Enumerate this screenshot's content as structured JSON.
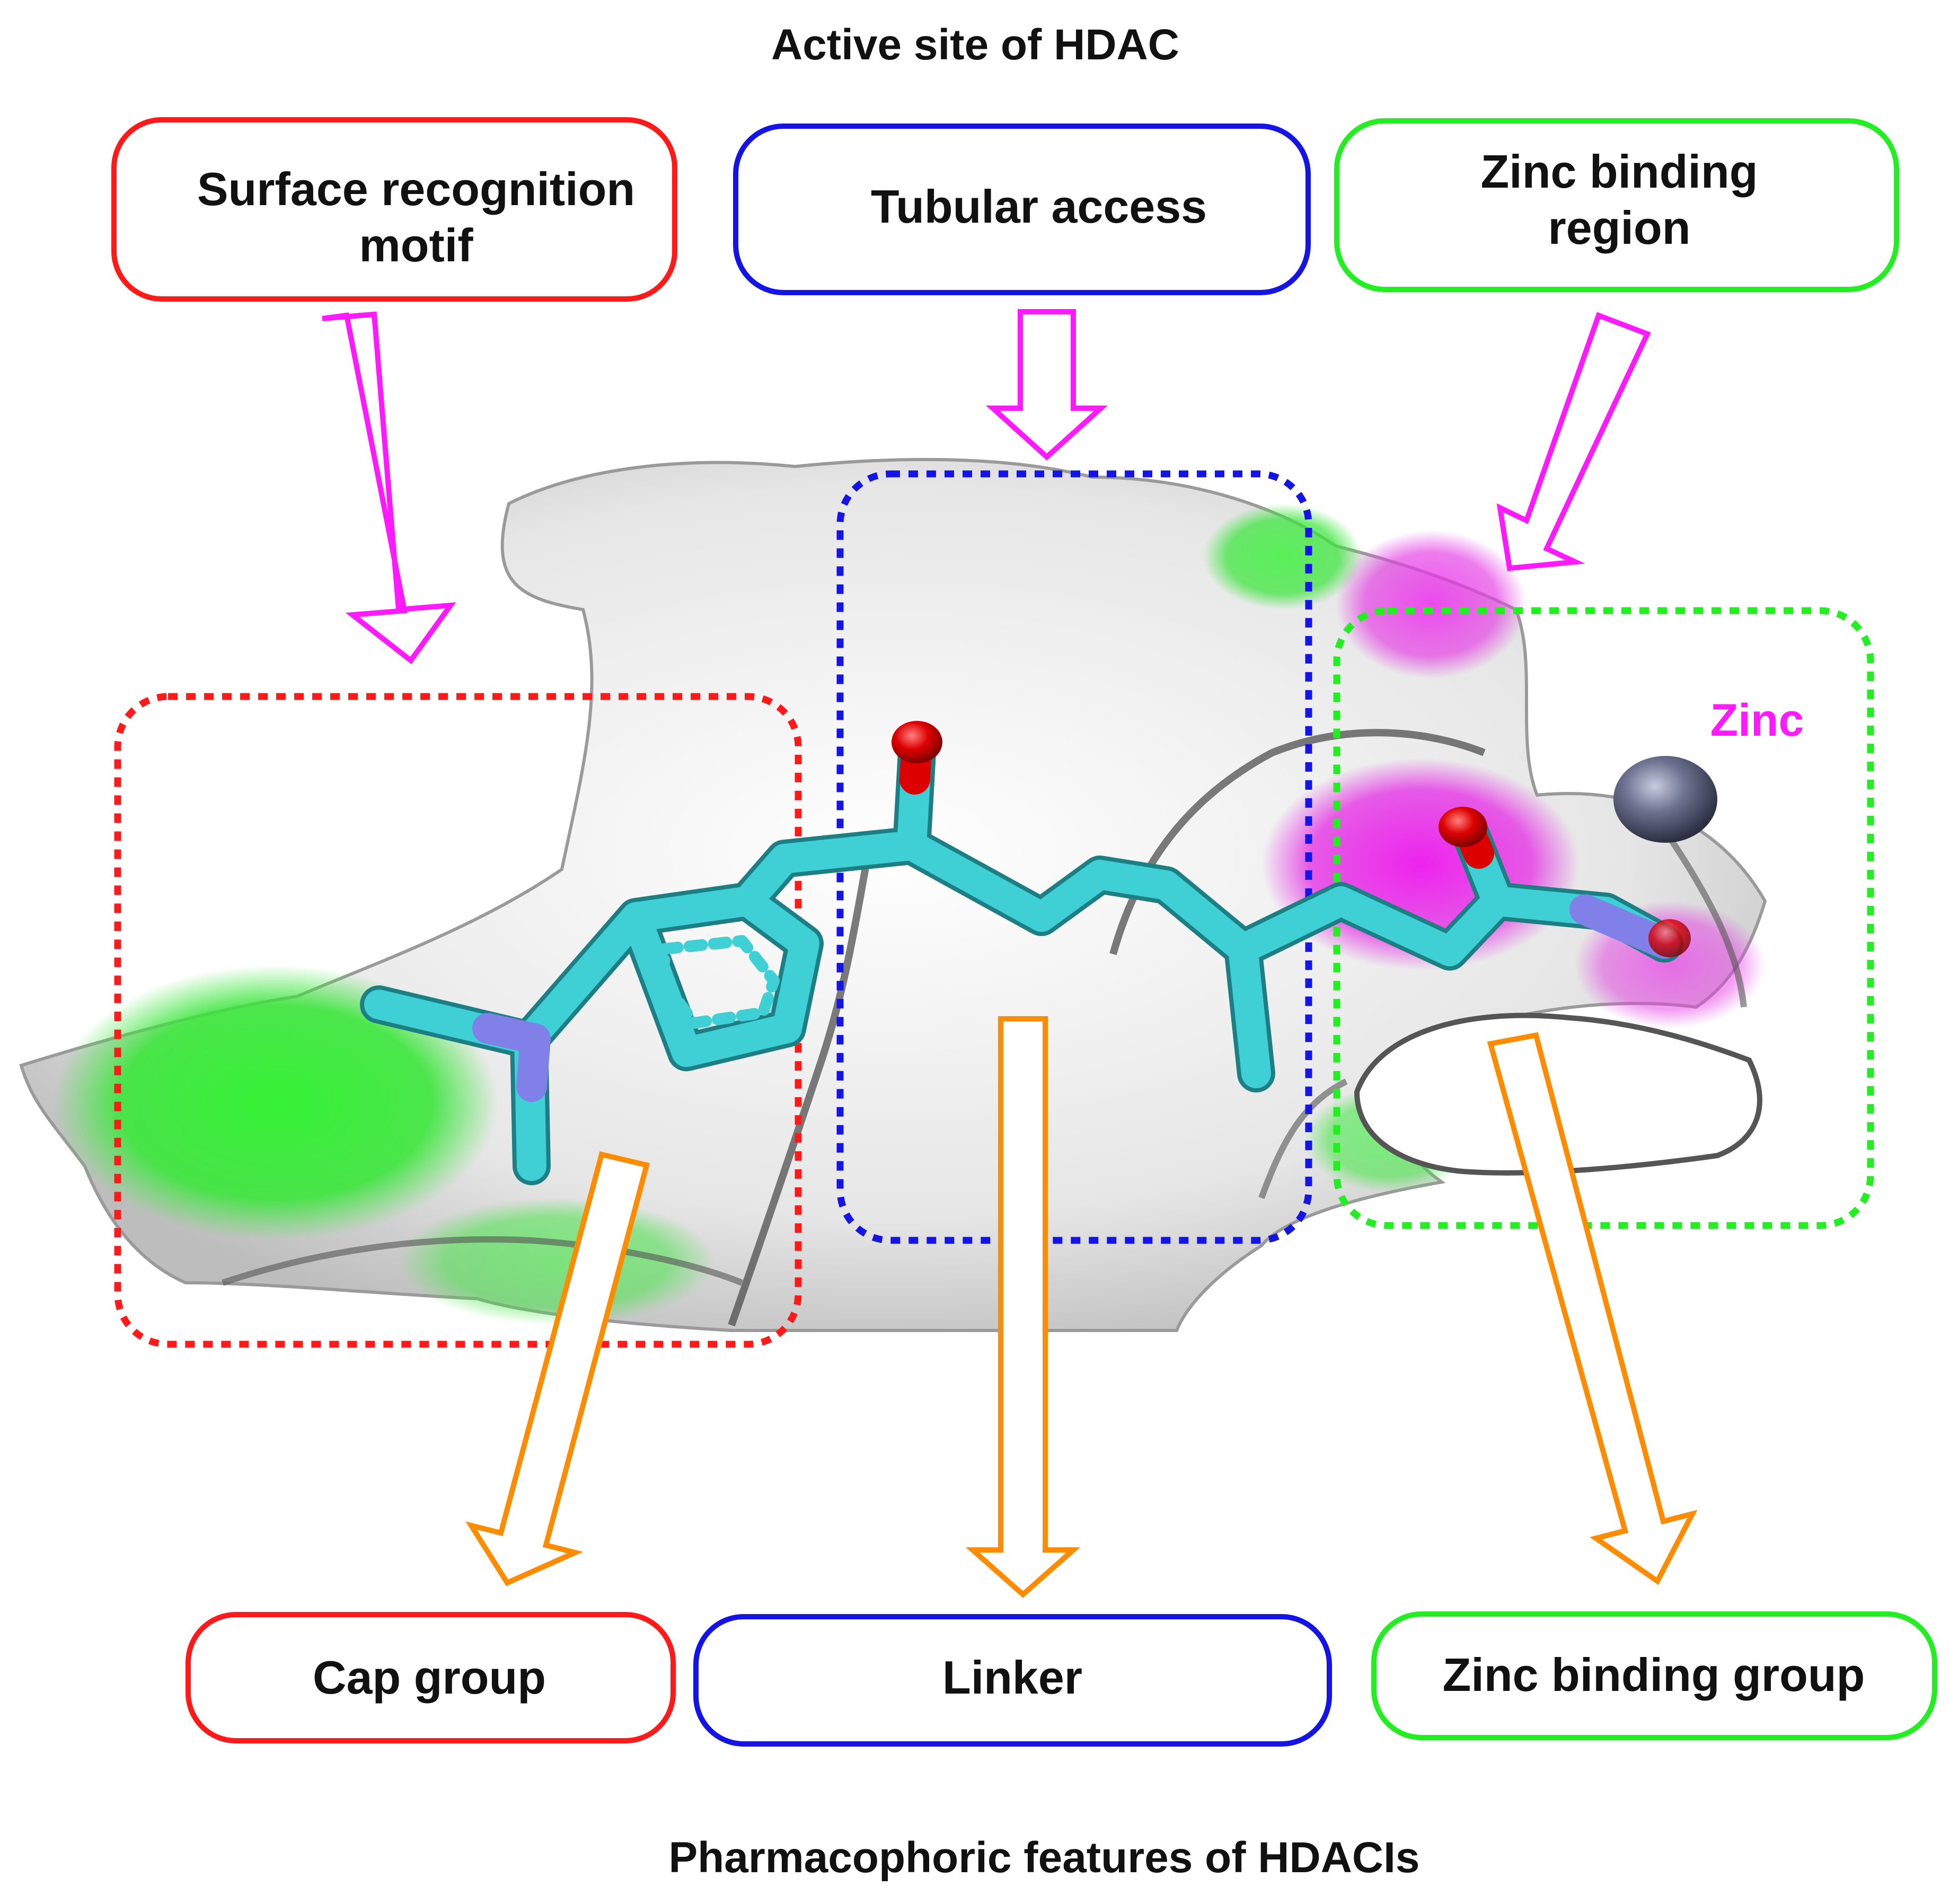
{
  "title_top": "Active site of HDAC",
  "title_bottom": "Pharmacophoric features of HDACIs",
  "colors": {
    "red": "#ff1a1a",
    "blue": "#1414e6",
    "green": "#22ee22",
    "magenta": "#ff19ff",
    "orange": "#ff8c00",
    "carbon": "#3fd0d6",
    "oxygen": "#dd0000",
    "nitrogen": "#8080e8",
    "zinc": "#6a6f8c"
  },
  "top_boxes": [
    {
      "label": "Surface recognition motif",
      "color": "red"
    },
    {
      "label": "Tubular access",
      "color": "blue"
    },
    {
      "label": "Zinc binding region",
      "color": "green"
    }
  ],
  "bottom_boxes": [
    {
      "label": "Cap group",
      "color": "red"
    },
    {
      "label": "Linker",
      "color": "blue"
    },
    {
      "label": "Zinc binding group",
      "color": "green"
    }
  ],
  "zinc_label": "Zinc",
  "icons": {
    "surface": "protein-surface-illustration",
    "molecule": "ligand-stick-model",
    "zinc": "zinc-ion-sphere",
    "arrow_top": "hollow-down-arrow-magenta",
    "arrow_bottom": "hollow-down-arrow-orange"
  }
}
